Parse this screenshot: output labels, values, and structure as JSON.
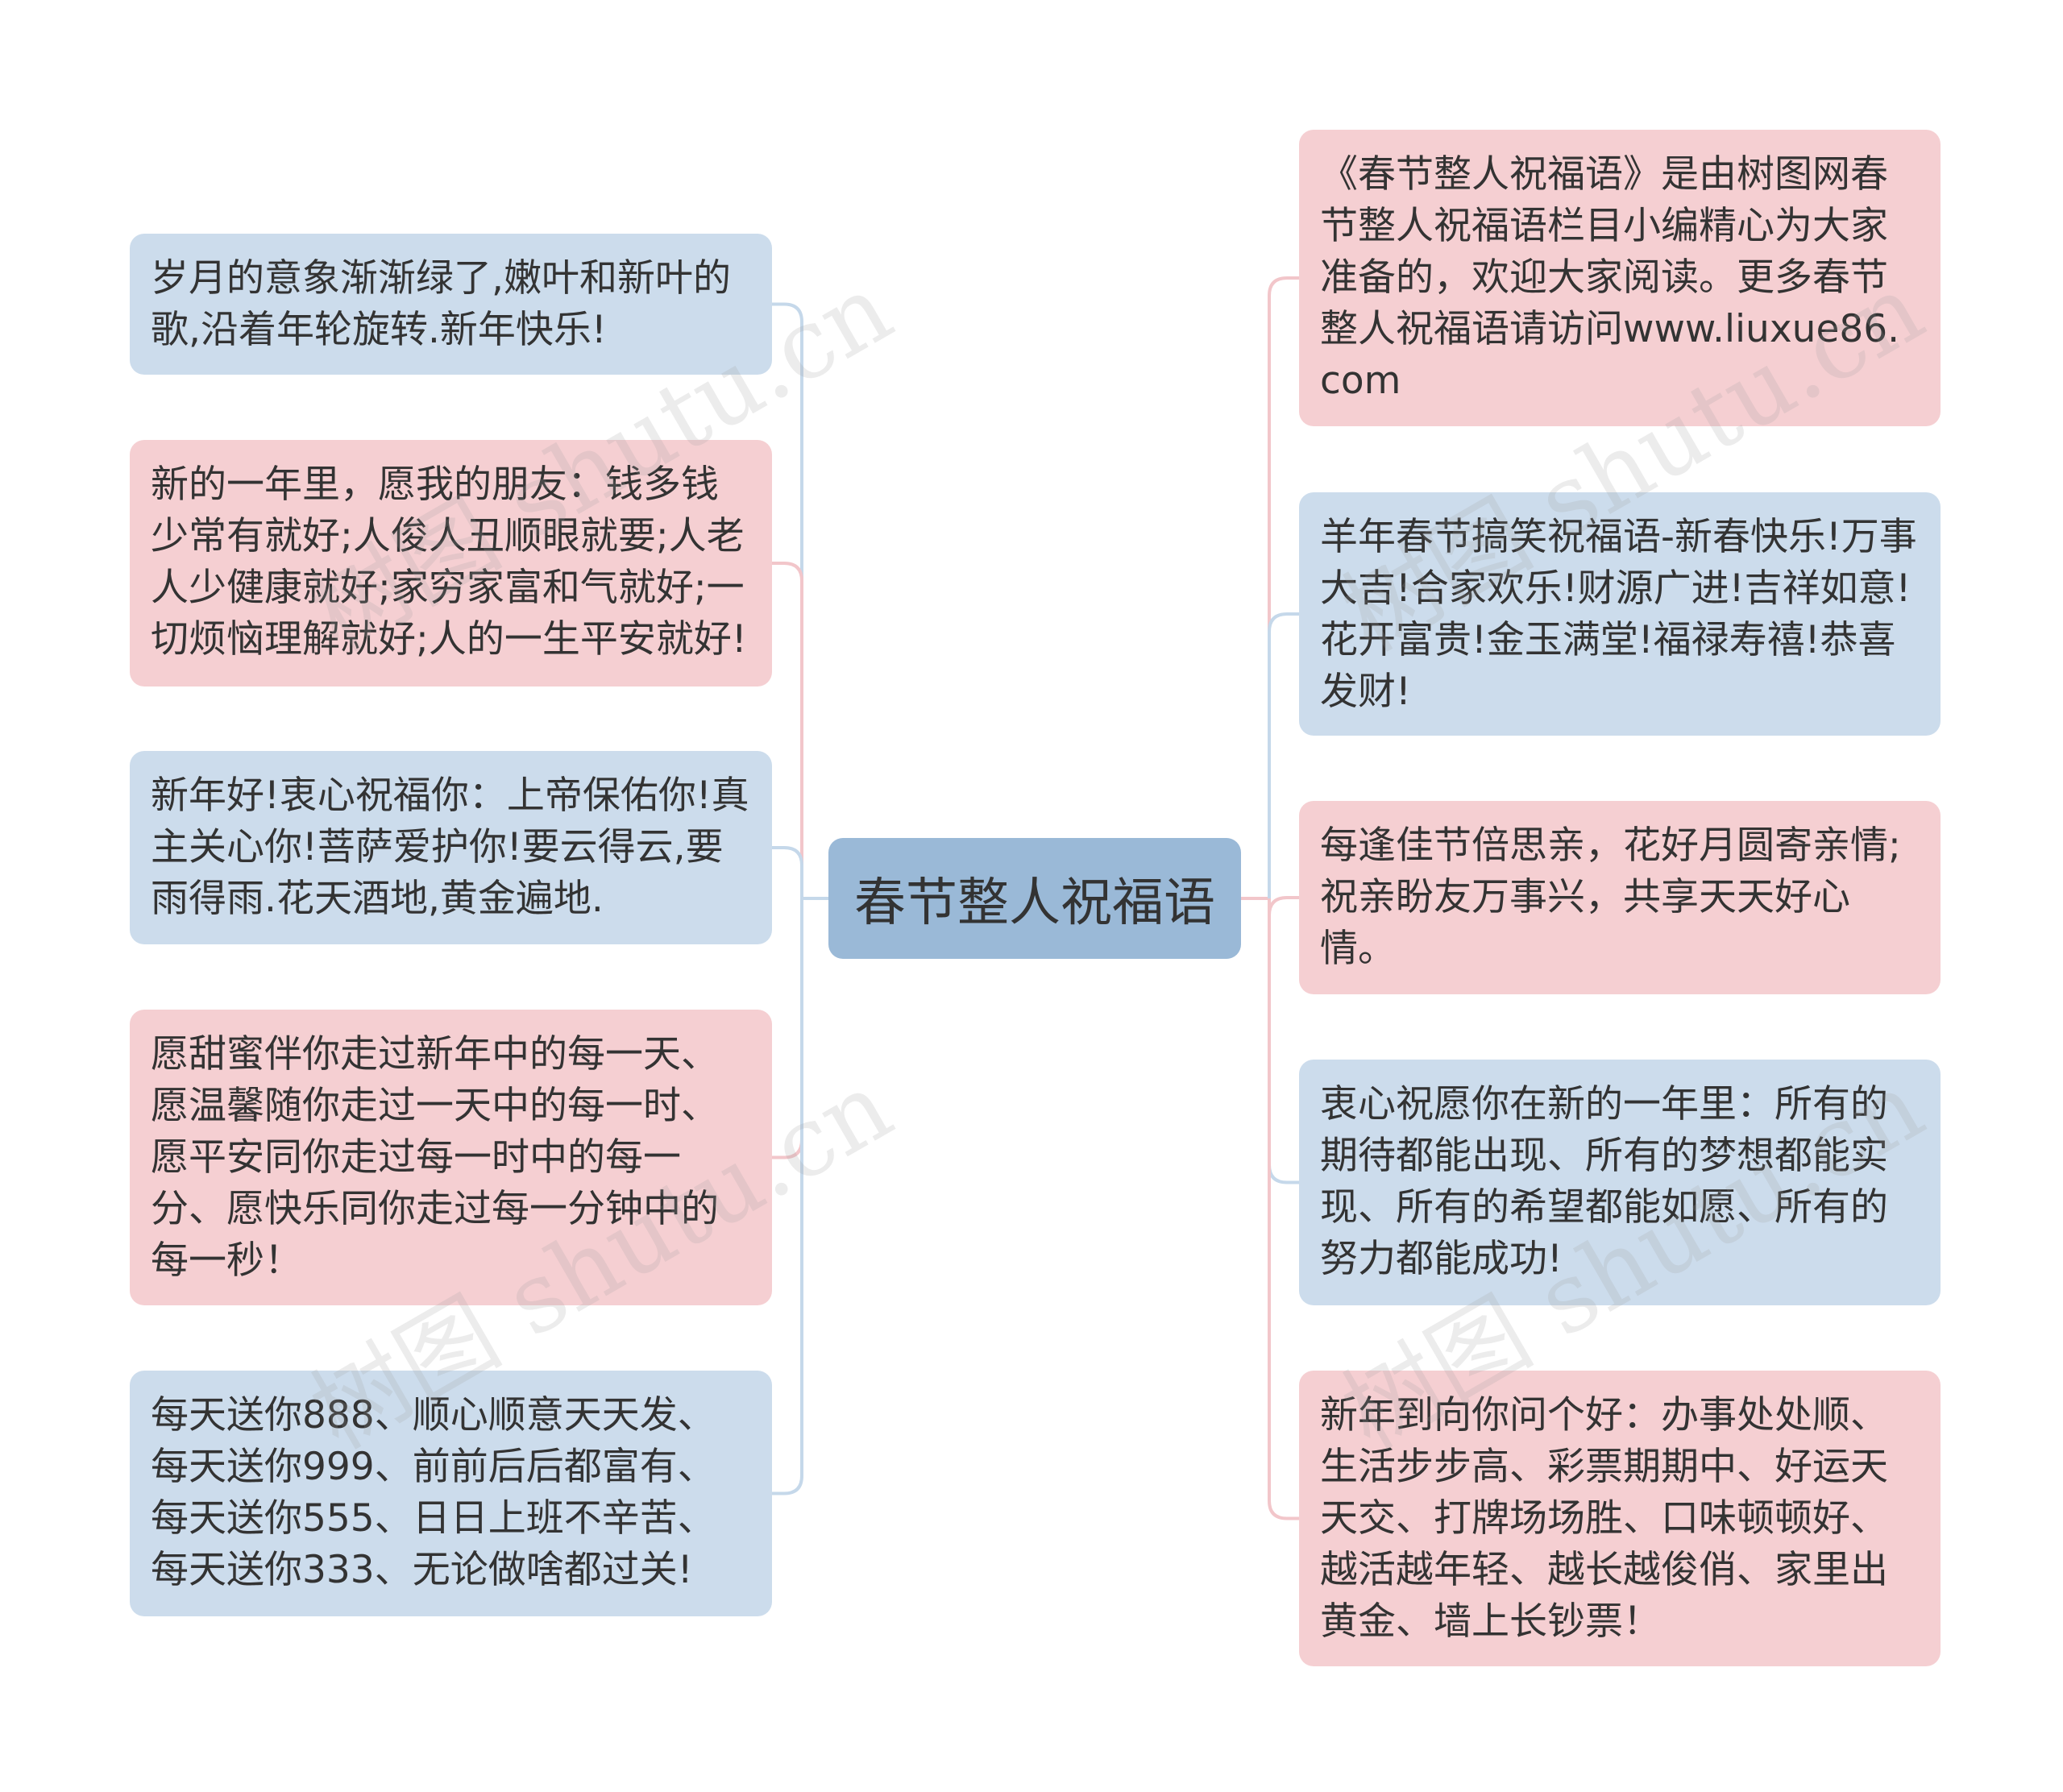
{
  "center": {
    "label": "春节整人祝福语"
  },
  "colors": {
    "center_fill": "#9ab9d7",
    "blue_fill": "#ccdcec",
    "pink_fill": "#f5cfd2",
    "blue_line": "#c5d8ea",
    "pink_line": "#f2c6ca"
  },
  "left_nodes": [
    {
      "text": "岁月的意象渐渐绿了,嫩叶和新叶的歌,沿着年轮旋转.新年快乐!",
      "color": "blue"
    },
    {
      "text": "新的一年里，愿我的朋友：钱多钱少常有就好;人俊人丑顺眼就要;人老人少健康就好;家穷家富和气就好;一切烦恼理解就好;人的一生平安就好!",
      "color": "pink"
    },
    {
      "text": "新年好!衷心祝福你：上帝保佑你!真主关心你!菩萨爱护你!要云得云,要雨得雨.花天酒地,黄金遍地.",
      "color": "blue"
    },
    {
      "text": "愿甜蜜伴你走过新年中的每一天、愿温馨随你走过一天中的每一时、愿平安同你走过每一时中的每一分、愿快乐同你走过每一分钟中的每一秒！",
      "color": "pink"
    },
    {
      "text": "每天送你888、顺心顺意天天发、每天送你999、前前后后都富有、每天送你555、日日上班不辛苦、每天送你333、无论做啥都过关!",
      "color": "blue"
    }
  ],
  "right_nodes": [
    {
      "text": "《春节整人祝福语》是由树图网春节整人祝福语栏目小编精心为大家准备的，欢迎大家阅读。更多春节整人祝福语请访问www.liuxue86.com",
      "color": "pink"
    },
    {
      "text": "羊年春节搞笑祝福语-新春快乐!万事大吉!合家欢乐!财源广进!吉祥如意!花开富贵!金玉满堂!福禄寿禧!恭喜发财!",
      "color": "blue"
    },
    {
      "text": "每逢佳节倍思亲，花好月圆寄亲情;祝亲盼友万事兴，共享天天好心情。",
      "color": "pink"
    },
    {
      "text": "衷心祝愿你在新的一年里：所有的期待都能出现、所有的梦想都能实现、所有的希望都能如愿、所有的努力都能成功!",
      "color": "blue"
    },
    {
      "text": "新年到向你问个好：办事处处顺、生活步步高、彩票期期中、好运天天交、打牌场场胜、口味顿顿好、越活越年轻、越长越俊俏、家里出黄金、墙上长钞票！",
      "color": "pink"
    }
  ],
  "watermark": "树图 shutu.cn"
}
